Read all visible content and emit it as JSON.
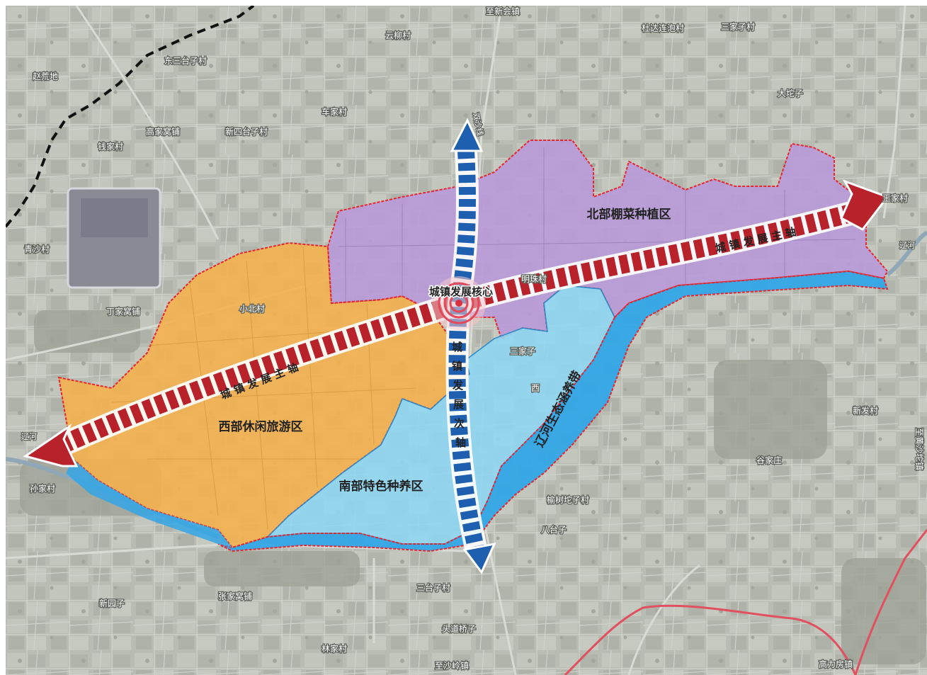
{
  "colors": {
    "west_zone": "#f4b04e",
    "north_zone": "#b89ad8",
    "south_zone": "#8fd6f2",
    "river_belt": "#33a6e6",
    "main_axis": "#b8222a",
    "secondary_axis": "#1f5fb0",
    "boundary": "#e8242c",
    "county_road": "#e0505e"
  },
  "zones": {
    "north": "北部棚菜种植区",
    "west": "西部休闲旅游区",
    "south": "南部特色种养区",
    "river": "辽河生态涵养带"
  },
  "axes": {
    "main_west": "城 镇 发 展 主 轴",
    "main_east": "城 镇 发 展 主 轴",
    "secondary": [
      "城",
      "镇",
      "发",
      "展",
      "次",
      "轴"
    ],
    "core": "城镇发展核心"
  },
  "places": {
    "zhi_xinhui": "至新会镇",
    "yunliu": "云柳村",
    "duda": "杜达连泡村",
    "sanjiazi": "三家子村",
    "dalunzi": "大坨子",
    "zhaozhuangdi": "赵荒地",
    "dongsantai": "东三台子村",
    "mujia": "车家村",
    "gaojia": "高家窝铺",
    "xinsitai": "新四台子村",
    "qianjia": "钱家村",
    "qingsha": "青沙村",
    "dingjia": "丁家窝铺",
    "xinfa": "新发村",
    "gujia": "谷家庄",
    "yushu": "榆树坨子村",
    "batai": "八台子",
    "zhangjia": "孙家村",
    "xinyuanzi": "新园子",
    "zhangjiawo": "张家窝铺",
    "santai": "三台子村",
    "toudao": "头道桥子",
    "linjia": "林家村",
    "zhishaling": "至沙岭镇",
    "gaoli": "高力房镇",
    "zhihuangsha": "至黄沙坨镇",
    "nanjia": "王家村",
    "liaohe_e": "辽河",
    "liaohe_w": "辽河",
    "shuangsha": "双沙线",
    "mingzhu": "明珠村",
    "sanjia2": "三家子",
    "xi": "西",
    "xiaobei": "小北村"
  }
}
